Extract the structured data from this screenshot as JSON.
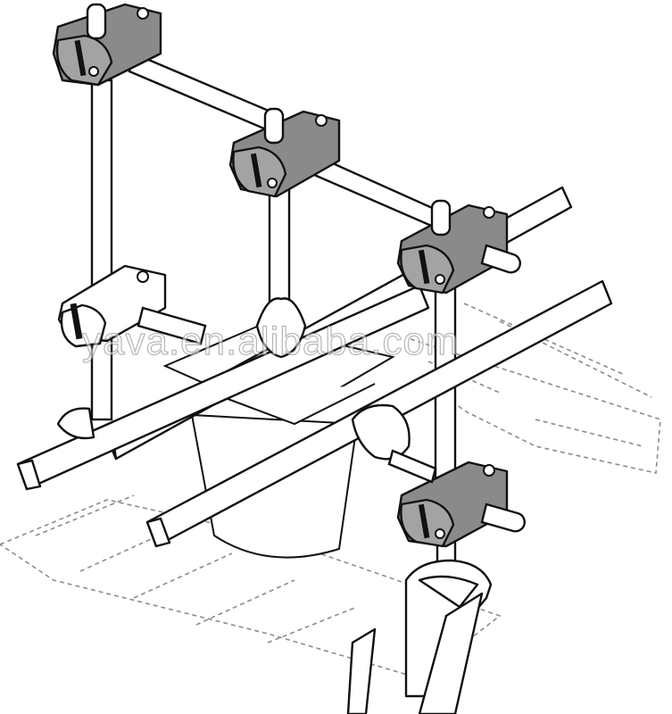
{
  "watermark": {
    "text": "yava.en.alibaba.com"
  },
  "colors": {
    "line": "#111111",
    "clamp_fill": "#8a8a8a",
    "dashed_outline": "#8c8c8c",
    "background": "#ffffff"
  },
  "components": [
    "clamp-block",
    "vertical-rod",
    "horizontal-rod",
    "square-bar",
    "pin",
    "workpiece-body",
    "base-post"
  ]
}
